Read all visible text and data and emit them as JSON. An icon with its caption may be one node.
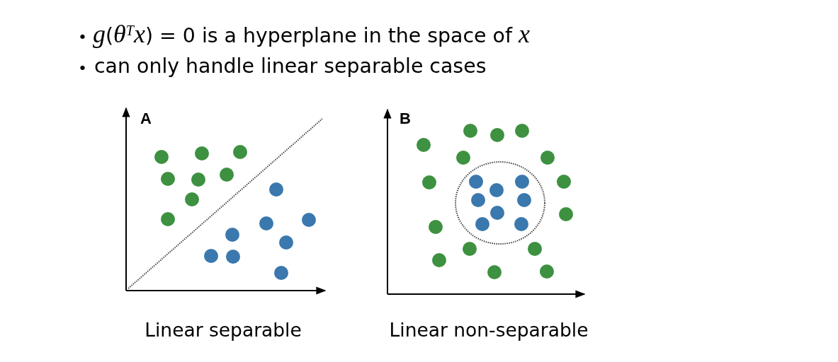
{
  "diagram": {
    "labels": [
      "•",
      "*g*(*θ*$^{T}$*x*) = 0 is a hyperplane in the space of *x*",
      "•",
      "can only handle linear separable cases",
      "A",
      "B",
      "Linear separable",
      "Linear non-separable"
    ]
  }
}
